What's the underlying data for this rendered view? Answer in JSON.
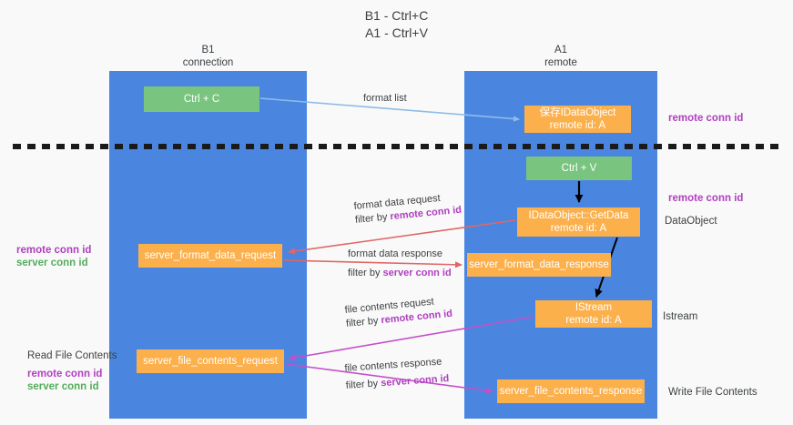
{
  "title": "B1 - Ctrl+C\nA1 - Ctrl+V",
  "columns": {
    "left": {
      "header": "B1\nconnection"
    },
    "right": {
      "header": "A1\nremote"
    }
  },
  "nodes": {
    "ctrl_c": {
      "label": "Ctrl + C",
      "color": "#79c47e"
    },
    "ido_copy": {
      "label": "保存IDataObject\nremote id: A",
      "color": "#fbb04c"
    },
    "ctrl_v": {
      "label": "Ctrl + V",
      "color": "#79c47e"
    },
    "get_data": {
      "label": "IDataObject::GetData\nremote id: A",
      "color": "#fbb04c"
    },
    "server_format_data_request": {
      "label": "server_format_data_request",
      "color": "#fbb04c"
    },
    "server_format_data_response": {
      "label": "server_format_data_response",
      "color": "#fbb04c"
    },
    "istream": {
      "label": "IStream\nremote id: A",
      "color": "#fbb04c"
    },
    "server_file_contents_request": {
      "label": "server_file_contents_request",
      "color": "#fbb04c"
    },
    "server_file_contents_response": {
      "label": "server_file_contents_response",
      "color": "#fbb04c"
    }
  },
  "edges": {
    "format_list": {
      "label": "format list"
    },
    "format_data_request": {
      "line1": "format data request",
      "line2_prefix": "filter by ",
      "line2_key": "remote conn id"
    },
    "format_data_response": {
      "line1": "format data response",
      "line2_prefix": "filter by ",
      "line2_key": "server conn id"
    },
    "file_contents_request": {
      "line1": "file contents request",
      "line2_prefix": "filter by ",
      "line2_key": "remote conn id"
    },
    "file_contents_response": {
      "line1": "file contents response",
      "line2_prefix": "filter by ",
      "line2_key": "server conn id"
    }
  },
  "annotations": {
    "right_remote_conn_id_top": "remote conn id",
    "right_remote_conn_id_middle": "remote conn id",
    "right_dataobject": "DataObject",
    "right_istream": "Istream",
    "right_write_file_contents": "Write File Contents",
    "left_middle": {
      "remote": "remote conn id",
      "server": "server conn id"
    },
    "left_bottom": {
      "read": "Read File Contents",
      "remote": "remote conn id",
      "server": "server conn id"
    }
  },
  "colors": {
    "lane": "#4a86e0",
    "green": "#79c47e",
    "orange": "#fbb04c",
    "purple": "#b03fc0",
    "green_text": "#54ad5d",
    "blue_arrow": "#8fbce8",
    "red_arrow": "#e06666",
    "magenta_arrow": "#c64fc9",
    "black_arrow": "#000000",
    "background": "#f9f9f9"
  }
}
